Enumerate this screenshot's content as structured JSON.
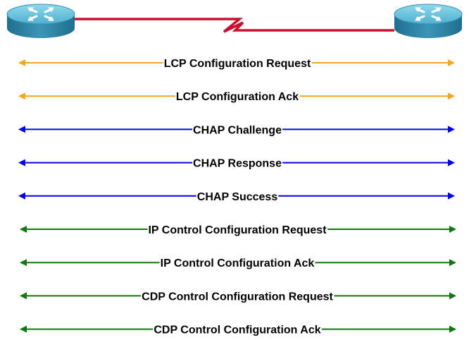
{
  "colors": {
    "link": "#c8102e",
    "router_top": "#5fbfd8",
    "router_side": "#2d7f9f",
    "lcp": "#f5a623",
    "chap": "#0000ee",
    "ncp": "#117711"
  },
  "routers": [
    {
      "name": "router-left",
      "icon": "router-icon"
    },
    {
      "name": "router-right",
      "icon": "router-icon"
    }
  ],
  "messages": [
    {
      "label": "LCP Configuration Request",
      "color": "#f5a623",
      "group": "lcp"
    },
    {
      "label": "LCP Configuration Ack",
      "color": "#f5a623",
      "group": "lcp"
    },
    {
      "label": "CHAP Challenge",
      "color": "#0000ee",
      "group": "chap"
    },
    {
      "label": "CHAP Response",
      "color": "#0000ee",
      "group": "chap"
    },
    {
      "label": "CHAP Success",
      "color": "#0000ee",
      "group": "chap"
    },
    {
      "label": "IP Control Configuration Request",
      "color": "#117711",
      "group": "ncp"
    },
    {
      "label": "IP Control Configuration Ack",
      "color": "#117711",
      "group": "ncp"
    },
    {
      "label": "CDP Control Configuration Request",
      "color": "#117711",
      "group": "ncp"
    },
    {
      "label": "CDP Control Configuration Ack",
      "color": "#117711",
      "group": "ncp"
    }
  ]
}
